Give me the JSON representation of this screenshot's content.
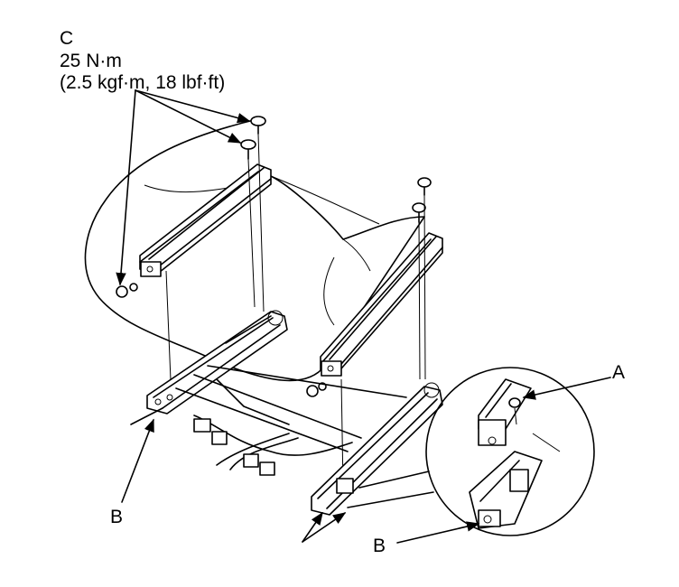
{
  "callouts": {
    "c_letter": "C",
    "c_torque": "25 N·m",
    "c_conversion": "(2.5 kgf·m, 18 lbf·ft)",
    "a_letter": "A",
    "b_letter_left": "B",
    "b_letter_right": "B"
  }
}
